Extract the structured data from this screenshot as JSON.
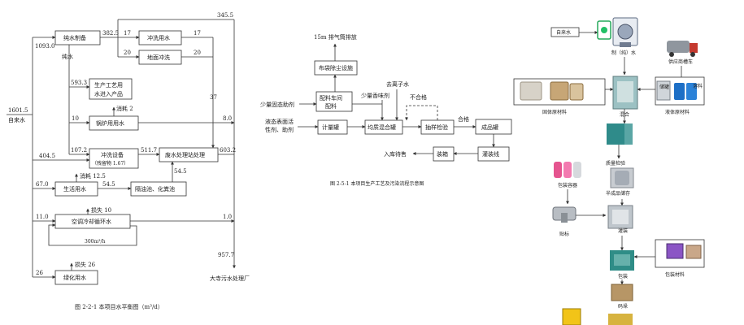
{
  "water_balance": {
    "caption": "图 2-2-1 本项目水平衡图（m³/d）",
    "source_label": "自来水",
    "source_value": "1601.5",
    "sink_label": "大寺污水处理厂",
    "boxes": {
      "pure_water": "纯水制备",
      "rinse_water": "冲洗用水",
      "floor_wash": "地面冲洗",
      "product_water_1": "生产工艺用",
      "product_water_2": "水进入产品",
      "boiler": "锅炉用用水",
      "washing_1": "冲洗设备",
      "washing_2": "（残留物 1.67）",
      "wastewater_plant": "废水处理站处理",
      "domestic": "生活用水",
      "septic": "隔油池、化粪池",
      "cooling": "空调冷却循环水",
      "greening": "绿化用水"
    },
    "labels": {
      "v1093": "1093.0",
      "v382": "382.5",
      "v345": "345.5",
      "v17a": "17",
      "v17b": "17",
      "v20a": "20",
      "v20b": "20",
      "pure_side": "纯水",
      "v593": "593.3",
      "v37": "37",
      "consume2": "消耗 2",
      "v10": "10",
      "v80": "8.0",
      "v404": "404.5",
      "v1072": "107.2",
      "v5117": "511.7",
      "v6032": "603.2",
      "consume125": "消耗 12.5",
      "v670": "67.0",
      "v545a": "54.5",
      "v545b": "54.5",
      "loss10": "损失 10",
      "v110": "11.0",
      "v10out": "1.0",
      "cycle": "300m³/h",
      "v9577": "957.7",
      "loss26": "损失 26",
      "v26": "26"
    }
  },
  "process_flow": {
    "caption": "图 2-5-1 本项目生产工艺及污染流程示意图",
    "exhaust": "15m 排气筒排放",
    "dust": "布袋除尘设施",
    "mixing_1": "配料车间",
    "mixing_2": "配料",
    "metering": "计量罐",
    "homogenizer": "均质混合罐",
    "sampling": "抽样检验",
    "finished_tank": "成品罐",
    "filling": "灌装线",
    "packing": "装箱",
    "storage": "入库待售",
    "solid_input": "少量固态助剂",
    "liquid_input_1": "液态表面活",
    "liquid_input_2": "性剂、助剂",
    "fragrance": "少量香味剂",
    "deionized": "去离子水",
    "reject": "不合格",
    "pass": "合格"
  },
  "pictorial_flow": {
    "tap_water": "自来水",
    "ro_water": "制（纯）水",
    "tanker": "供应商槽车",
    "solid_materials": "固体原材料",
    "tank_label": "储罐",
    "liquid_materials": "液体原材料",
    "liquid_tag": "溶料",
    "mixing": "混合",
    "qc_check": "质量检验",
    "intermediate_1": "半成品储存",
    "package_container": "包装容器",
    "filling": "灌装",
    "labeling": "贴标",
    "packing": "包装",
    "packaging_materials": "包装材料",
    "storage": "码垛"
  }
}
